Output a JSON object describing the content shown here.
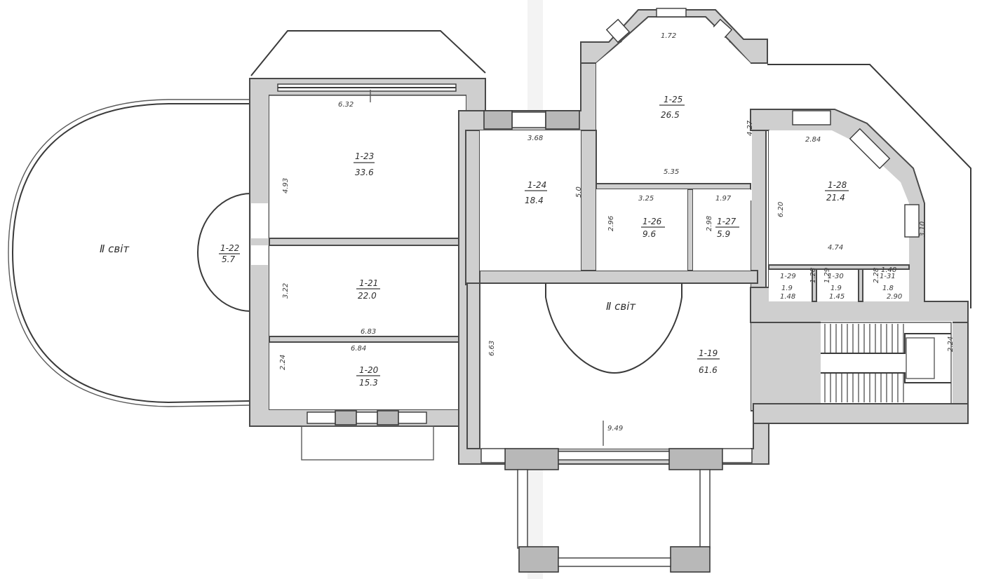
{
  "rooms": [
    {
      "id": "1-23",
      "area": "33.6"
    },
    {
      "id": "1-24",
      "area": "18.4"
    },
    {
      "id": "1-25",
      "area": "26.5"
    },
    {
      "id": "1-26",
      "area": "9.6"
    },
    {
      "id": "1-27",
      "area": "5.9"
    },
    {
      "id": "1-28",
      "area": "21.4"
    },
    {
      "id": "1-29",
      "area": "1.9"
    },
    {
      "id": "1-30",
      "area": "1.9"
    },
    {
      "id": "1-31",
      "area": "1.8"
    },
    {
      "id": "1-22",
      "area": "5.7"
    },
    {
      "id": "1-21",
      "area": "22.0"
    },
    {
      "id": "1-20",
      "area": "15.3"
    },
    {
      "id": "1-19",
      "area": "61.6"
    }
  ],
  "light_labels": [
    "Ⅱ світ",
    "Ⅱ світ"
  ],
  "dimensions": [
    "6.32",
    "4.93",
    "3.68",
    "5.0",
    "1.72",
    "4.27",
    "5.35",
    "3.25",
    "1.97",
    "2.96",
    "2.98",
    "2.84",
    "6.20",
    "4.74",
    "3.10",
    "1.28",
    "1.48",
    "1.29",
    "1.45",
    "1.40",
    "2.28",
    "2.90",
    "3.22",
    "6.83",
    "6.84",
    "2.24",
    "6.63",
    "9.49",
    "2.24"
  ],
  "colors": {
    "wall": "#cfcfcf",
    "ink": "#3a3a3a",
    "paper": "#ffffff"
  }
}
